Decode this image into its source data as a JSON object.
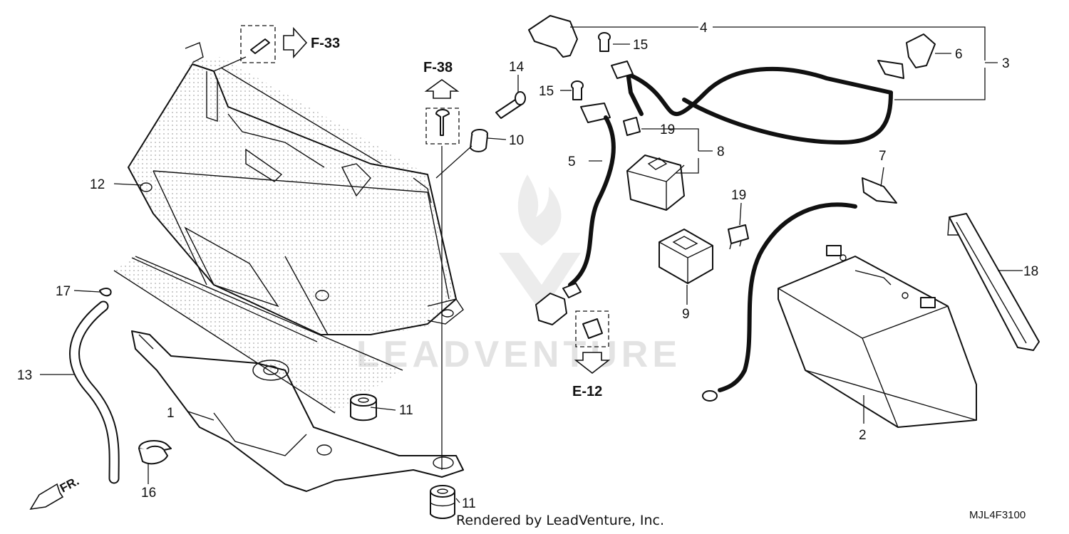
{
  "diagram": {
    "callouts": [
      "1",
      "2",
      "3",
      "4",
      "5",
      "6",
      "7",
      "8",
      "9",
      "10",
      "11",
      "11",
      "12",
      "13",
      "14",
      "15",
      "15",
      "16",
      "17",
      "18",
      "19",
      "19"
    ],
    "references": {
      "f33": "F-33",
      "f38": "F-38",
      "e12": "E-12"
    },
    "front_marker": "FR.",
    "watermark": "LEADVENTURE"
  },
  "footer": {
    "credit": "Rendered by LeadVenture, Inc.",
    "diagram_code": "MJL4F3100"
  }
}
